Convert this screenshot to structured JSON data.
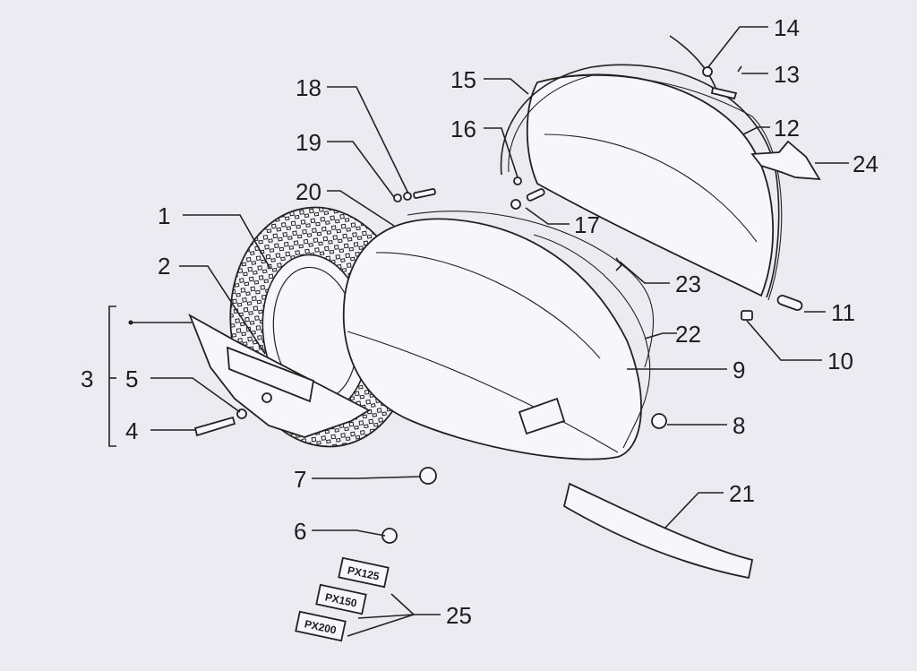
{
  "callouts": [
    "1",
    "2",
    "3",
    "4",
    "5",
    "6",
    "7",
    "8",
    "9",
    "10",
    "11",
    "12",
    "13",
    "14",
    "15",
    "16",
    "17",
    "18",
    "19",
    "20",
    "21",
    "22",
    "23",
    "24",
    "25"
  ],
  "badges": [
    "PX125",
    "PX150",
    "PX200"
  ],
  "colors": {
    "paper": "#ecebf1",
    "ink": "#222222"
  }
}
